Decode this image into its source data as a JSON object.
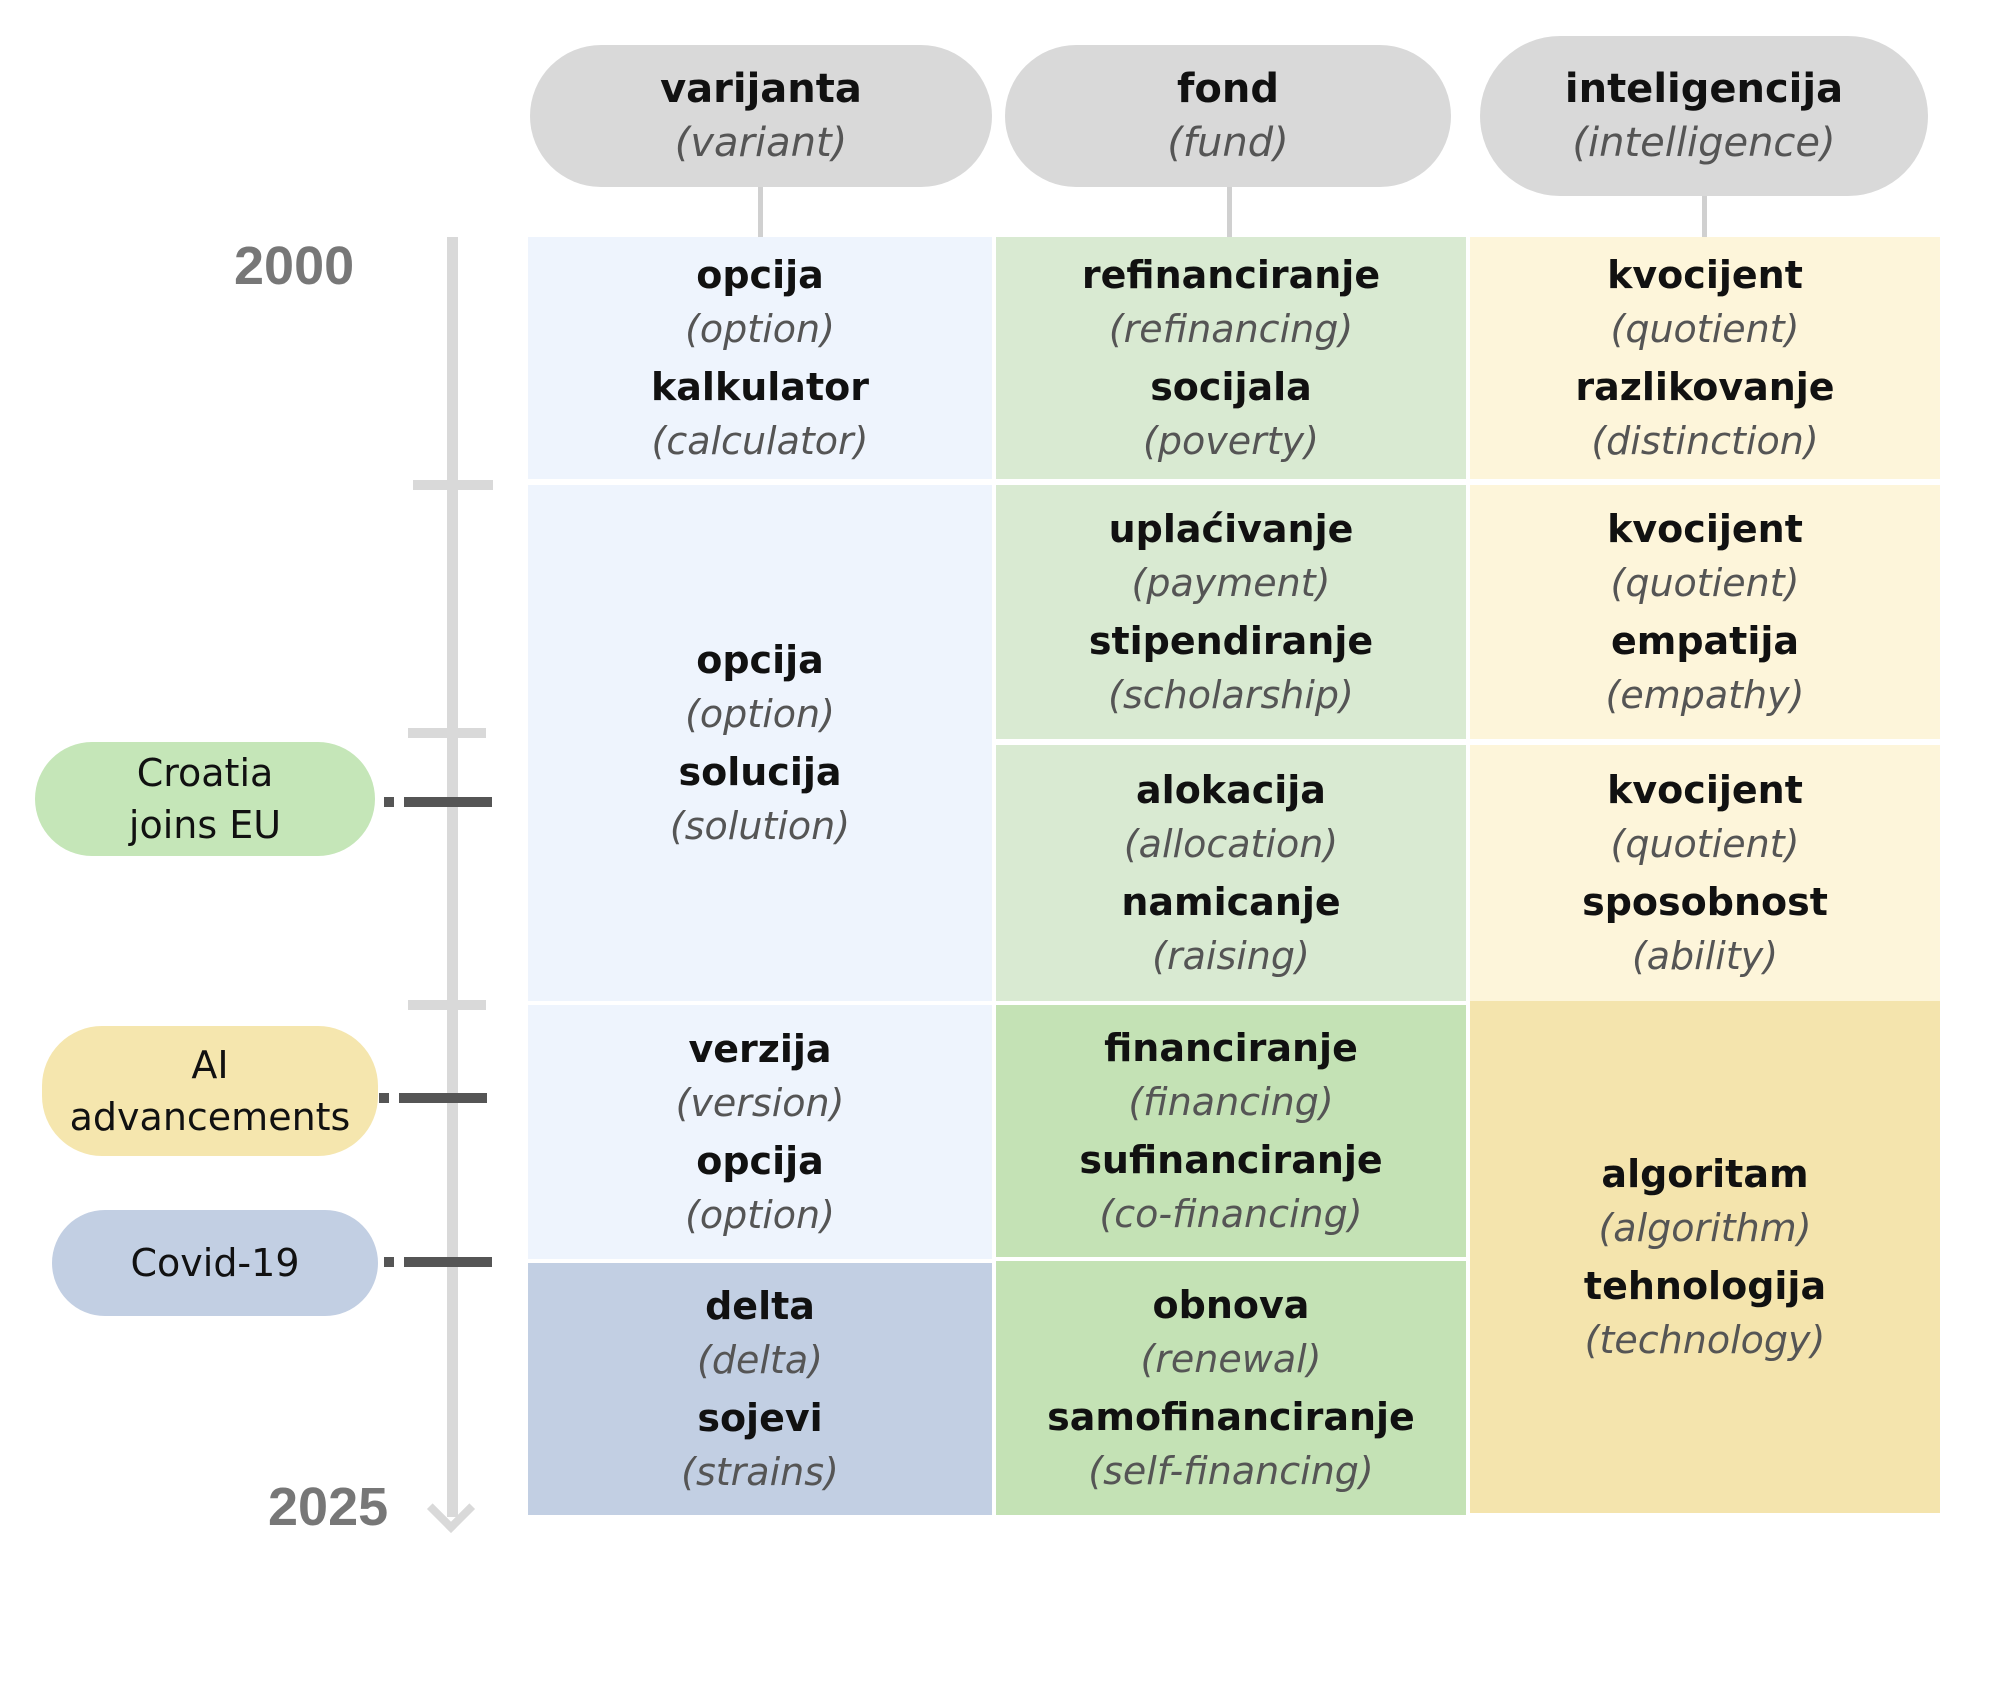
{
  "headers": [
    {
      "word": "varijanta",
      "gloss": "(variant)"
    },
    {
      "word": "fond",
      "gloss": "(fund)"
    },
    {
      "word": "inteligencija",
      "gloss": "(intelligence)"
    }
  ],
  "timeline": {
    "start": "2000",
    "end": "2025"
  },
  "events": [
    {
      "label": "Croatia joins EU",
      "lines": [
        "Croatia",
        "joins EU"
      ],
      "color": "#c5e6b8"
    },
    {
      "label": "AI advancements",
      "lines": [
        "AI",
        "advancements"
      ],
      "color": "#f5e6ae"
    },
    {
      "label": "Covid-19",
      "lines": [
        "Covid-19"
      ],
      "color": "#c2cfe3"
    }
  ],
  "colors": {
    "variant_light": "#eef4fd",
    "variant_covid": "#c2cfe3",
    "fund_light": "#d9ead2",
    "fund_strong": "#c4e2b5",
    "intel_light": "#fdf5da",
    "intel_strong": "#f4e4ad",
    "header": "#d9d9d9",
    "axis": "#d9d9d9"
  },
  "columns": [
    {
      "name": "varijanta",
      "cells": [
        {
          "color": "#eef4fd",
          "entries": [
            {
              "word": "opcija",
              "gloss": "(option)"
            },
            {
              "word": "kalkulator",
              "gloss": "(calculator)"
            }
          ]
        },
        {
          "color": "#eef4fd",
          "entries": [
            {
              "word": "opcija",
              "gloss": "(option)"
            },
            {
              "word": "solucija",
              "gloss": "(solution)"
            }
          ]
        },
        {
          "color": "#eef4fd",
          "entries": [
            {
              "word": "verzija",
              "gloss": "(version)"
            },
            {
              "word": "opcija",
              "gloss": "(option)"
            }
          ]
        },
        {
          "color": "#c2cfe3",
          "entries": [
            {
              "word": "delta",
              "gloss": "(delta)"
            },
            {
              "word": "sojevi",
              "gloss": "(strains)"
            }
          ]
        }
      ]
    },
    {
      "name": "fond",
      "cells": [
        {
          "color": "#d9ead2",
          "entries": [
            {
              "word": "refinanciranje",
              "gloss": "(refinancing)"
            },
            {
              "word": "socijala",
              "gloss": "(poverty)"
            }
          ]
        },
        {
          "color": "#d9ead2",
          "entries": [
            {
              "word": "uplaćivanje",
              "gloss": "(payment)"
            },
            {
              "word": "stipendiranje",
              "gloss": "(scholarship)"
            }
          ]
        },
        {
          "color": "#d9ead2",
          "entries": [
            {
              "word": "alokacija",
              "gloss": "(allocation)"
            },
            {
              "word": "namicanje",
              "gloss": "(raising)"
            }
          ]
        },
        {
          "color": "#c4e2b5",
          "entries": [
            {
              "word": "financiranje",
              "gloss": "(financing)"
            },
            {
              "word": "sufinanciranje",
              "gloss": "(co-financing)"
            }
          ]
        },
        {
          "color": "#c4e2b5",
          "entries": [
            {
              "word": "obnova",
              "gloss": "(renewal)"
            },
            {
              "word": "samofinanciranje",
              "gloss": "(self-financing)"
            }
          ]
        }
      ]
    },
    {
      "name": "inteligencija",
      "cells": [
        {
          "color": "#fdf5da",
          "entries": [
            {
              "word": "kvocijent",
              "gloss": "(quotient)"
            },
            {
              "word": "razlikovanje",
              "gloss": "(distinction)"
            }
          ]
        },
        {
          "color": "#fdf5da",
          "entries": [
            {
              "word": "kvocijent",
              "gloss": "(quotient)"
            },
            {
              "word": "empatija",
              "gloss": "(empathy)"
            }
          ]
        },
        {
          "color": "#fdf5da",
          "entries": [
            {
              "word": "kvocijent",
              "gloss": "(quotient)"
            },
            {
              "word": "sposobnost",
              "gloss": "(ability)"
            }
          ]
        },
        {
          "color": "#f4e4ad",
          "entries": [
            {
              "word": "algoritam",
              "gloss": "(algorithm)"
            },
            {
              "word": "tehnologija",
              "gloss": "(technology)"
            }
          ]
        }
      ]
    }
  ]
}
